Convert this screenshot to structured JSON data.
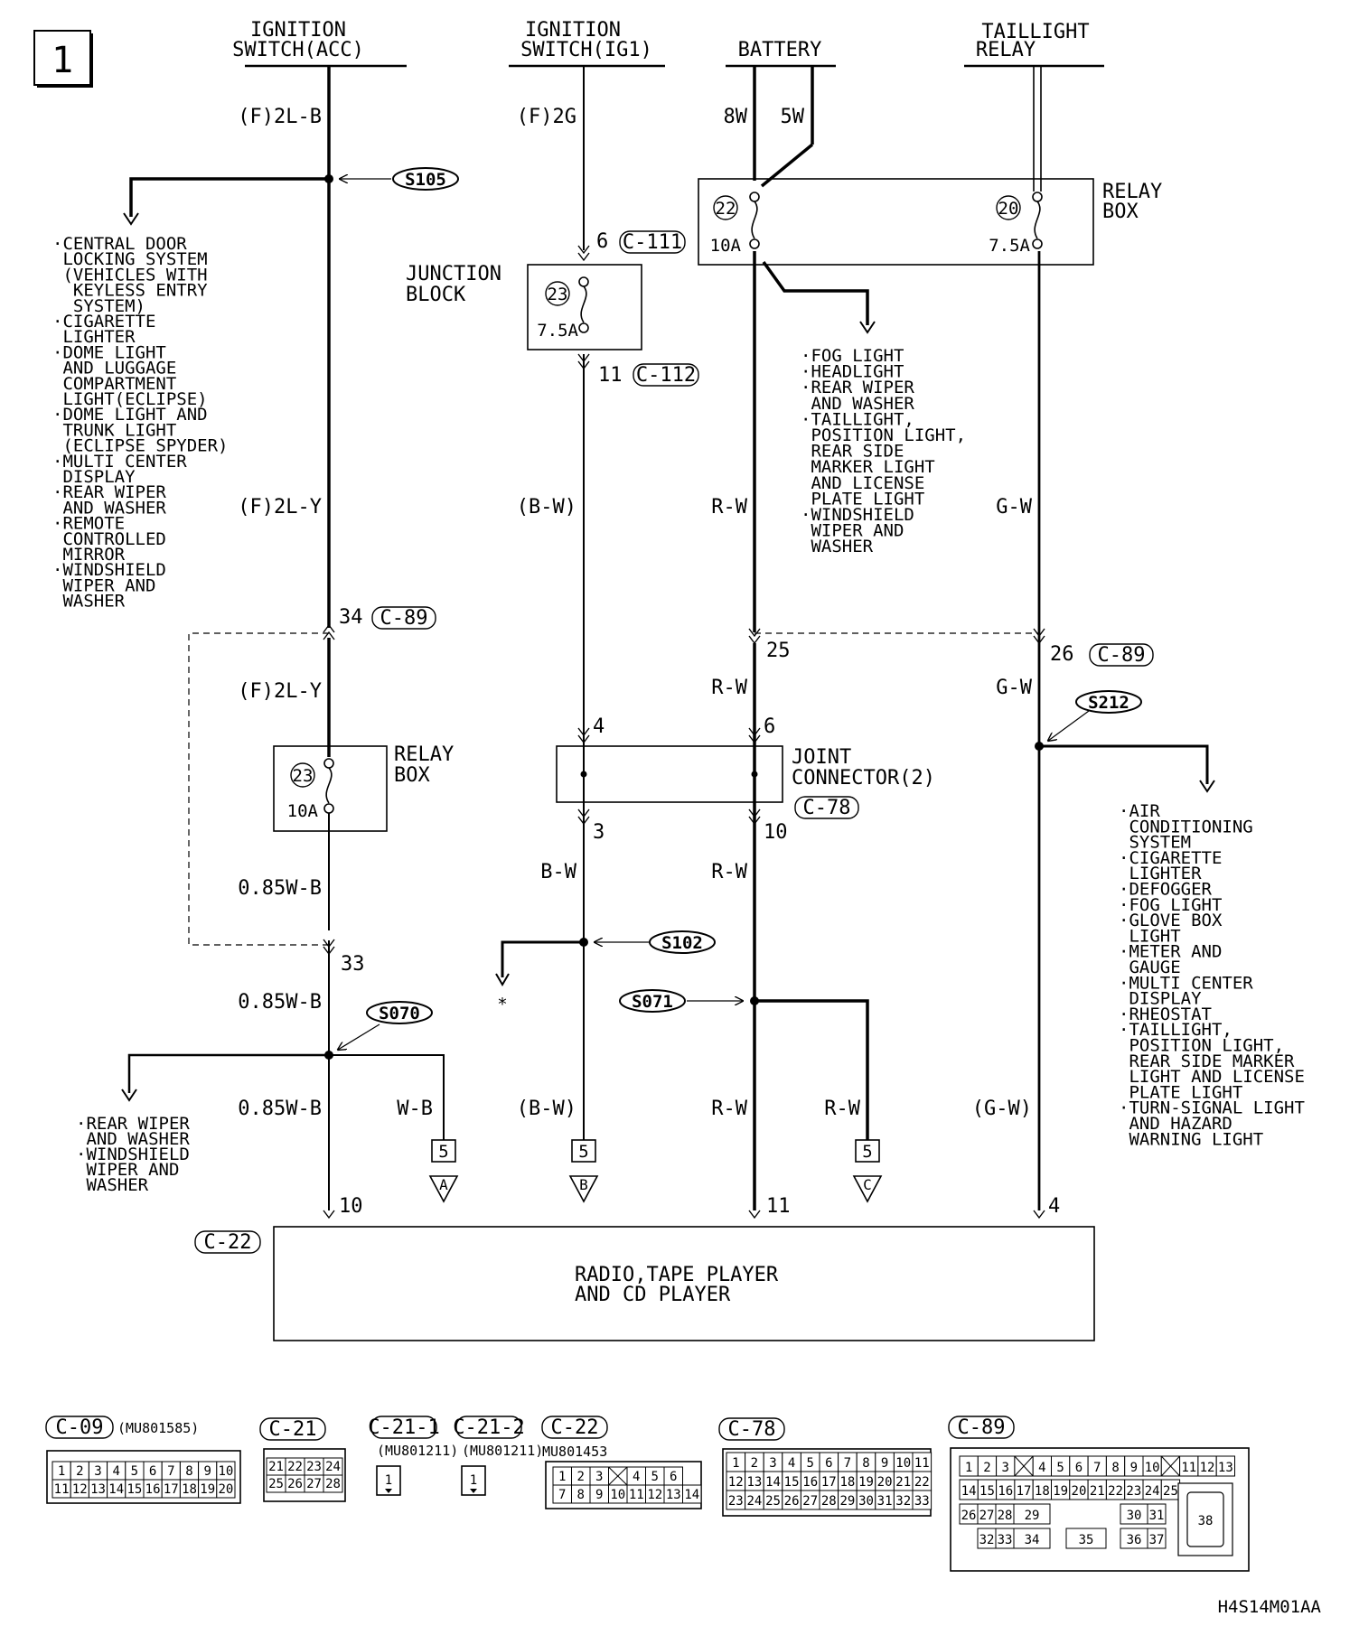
{
  "page_number": "1",
  "diagram_code": "H4S14M01AA",
  "sources": {
    "ign_acc": [
      "IGNITION",
      "SWITCH(ACC)"
    ],
    "ign_ig1": [
      "IGNITION",
      "SWITCH(IG1)"
    ],
    "battery": "BATTERY",
    "taillight": [
      "TAILLIGHT",
      "RELAY"
    ]
  },
  "wires": {
    "acc_top": "(F)2L-B",
    "acc_mid": "(F)2L-Y",
    "acc_mid2": "(F)2L-Y",
    "acc_low": "0.85W-B",
    "acc_low2": "0.85W-B",
    "acc_bot": "0.85W-B",
    "acc_branch": "W-B",
    "ig1_top": "(F)2G",
    "ig1_mid": "(B-W)",
    "ig1_low": "B-W",
    "ig1_bot": "(B-W)",
    "bat_8w": "8W",
    "bat_5w": "5W",
    "bat_mid": "R-W",
    "bat_mid2": "R-W",
    "bat_low": "R-W",
    "bat_bot": "R-W",
    "bat_branch": "R-W",
    "tail_mid": "G-W",
    "tail_mid2": "G-W",
    "tail_bot": "(G-W)"
  },
  "splices": {
    "s105": "S105",
    "s212": "S212",
    "s102": "S102",
    "s071": "S071",
    "s070": "S070"
  },
  "boxes": {
    "relay_box_top": [
      "RELAY",
      "BOX"
    ],
    "junction_block": [
      "JUNCTION",
      "BLOCK"
    ],
    "relay_box_mid": [
      "RELAY",
      "BOX"
    ],
    "joint_connector": [
      "JOINT",
      "CONNECTOR(2)"
    ],
    "radio": [
      "RADIO,TAPE PLAYER",
      "AND CD PLAYER"
    ]
  },
  "fuses": {
    "f22": {
      "num": "22",
      "amp": "10A"
    },
    "f20": {
      "num": "20",
      "amp": "7.5A"
    },
    "f23jb": {
      "num": "23",
      "amp": "7.5A"
    },
    "f23rb": {
      "num": "23",
      "amp": "10A"
    }
  },
  "connectors": {
    "c111": "C-111",
    "c112": "C-112",
    "c89a": "C-89",
    "c89b": "C-89",
    "c78": "C-78",
    "c22": "C-22"
  },
  "pins": {
    "p6_jb": "6",
    "p11_jb": "11",
    "p34": "34",
    "p25": "25",
    "p26": "26",
    "p4": "4",
    "p6": "6",
    "p3": "3",
    "p10": "10",
    "p33": "33",
    "p10_radio": "10",
    "p11_radio": "11",
    "p4_radio": "4"
  },
  "off_page": {
    "page": "5",
    "a": "A",
    "b": "B",
    "c": "C",
    "star": "*"
  },
  "notes": {
    "acc": [
      "·CENTRAL DOOR",
      " LOCKING SYSTEM",
      " (VEHICLES WITH",
      "  KEYLESS ENTRY",
      "  SYSTEM)",
      "·CIGARETTE",
      " LIGHTER",
      "·DOME LIGHT",
      " AND LUGGAGE",
      " COMPARTMENT",
      " LIGHT(ECLIPSE)",
      "·DOME LIGHT AND",
      " TRUNK LIGHT",
      " (ECLIPSE SPYDER)",
      "·MULTI CENTER",
      " DISPLAY",
      "·REAR WIPER",
      " AND WASHER",
      "·REMOTE",
      " CONTROLLED",
      " MIRROR",
      "·WINDSHIELD",
      " WIPER AND",
      " WASHER"
    ],
    "battery": [
      "·FOG LIGHT",
      "·HEADLIGHT",
      "·REAR WIPER",
      " AND WASHER",
      "·TAILLIGHT,",
      " POSITION LIGHT,",
      " REAR SIDE",
      " MARKER LIGHT",
      " AND LICENSE",
      " PLATE LIGHT",
      "·WINDSHIELD",
      " WIPER AND",
      " WASHER"
    ],
    "tail": [
      "·AIR",
      " CONDITIONING",
      " SYSTEM",
      "·CIGARETTE",
      " LIGHTER",
      "·DEFOGGER",
      "·FOG LIGHT",
      "·GLOVE BOX",
      " LIGHT",
      "·METER AND",
      " GAUGE",
      "·MULTI CENTER",
      " DISPLAY",
      "·RHEOSTAT",
      "·TAILLIGHT,",
      " POSITION LIGHT,",
      " REAR SIDE MARKER",
      " LIGHT AND LICENSE",
      " PLATE LIGHT",
      "·TURN-SIGNAL LIGHT",
      " AND HAZARD",
      " WARNING LIGHT"
    ],
    "s070": [
      "·REAR WIPER",
      " AND WASHER",
      "·WINDSHIELD",
      " WIPER AND",
      " WASHER"
    ]
  },
  "connector_views": {
    "c09": {
      "label": "C-09",
      "part": "(MU801585)",
      "rows": [
        [
          "1",
          "2",
          "3",
          "4",
          "5",
          "6",
          "7",
          "8",
          "9",
          "10"
        ],
        [
          "11",
          "12",
          "13",
          "14",
          "15",
          "16",
          "17",
          "18",
          "19",
          "20"
        ]
      ]
    },
    "c21": {
      "label": "C-21",
      "rows": [
        [
          "21",
          "22",
          "23",
          "24"
        ],
        [
          "25",
          "26",
          "27",
          "28"
        ]
      ]
    },
    "c211": {
      "label": "C-21-1",
      "part": "(MU801211)",
      "pin": "1"
    },
    "c212": {
      "label": "C-21-2",
      "part": "(MU801211)",
      "pin": "1"
    },
    "c22v": {
      "label": "C-22",
      "part": "MU801453",
      "rows": [
        [
          "1",
          "2",
          "3",
          "",
          "4",
          "5",
          "6"
        ],
        [
          "7",
          "8",
          "9",
          "10",
          "11",
          "12",
          "13",
          "14"
        ]
      ]
    },
    "c78v": {
      "label": "C-78",
      "rows": [
        [
          "1",
          "2",
          "3",
          "4",
          "5",
          "6",
          "7",
          "8",
          "9",
          "10",
          "11"
        ],
        [
          "12",
          "13",
          "14",
          "15",
          "16",
          "17",
          "18",
          "19",
          "20",
          "21",
          "22"
        ],
        [
          "23",
          "24",
          "25",
          "26",
          "27",
          "28",
          "29",
          "30",
          "31",
          "32",
          "33"
        ]
      ]
    },
    "c89v": {
      "label": "C-89",
      "r1": [
        "1",
        "2",
        "3",
        "",
        "4",
        "5",
        "6",
        "7",
        "8",
        "9",
        "10",
        "",
        "11",
        "12",
        "13"
      ],
      "r2": [
        "14",
        "15",
        "16",
        "17",
        "18",
        "19",
        "20",
        "21",
        "22",
        "23",
        "24",
        "25"
      ],
      "r3": [
        "26",
        "27",
        "28",
        "29",
        "30",
        "31"
      ],
      "r4": [
        "32",
        "33",
        "34",
        "35",
        "36",
        "37"
      ],
      "big": "38"
    }
  }
}
